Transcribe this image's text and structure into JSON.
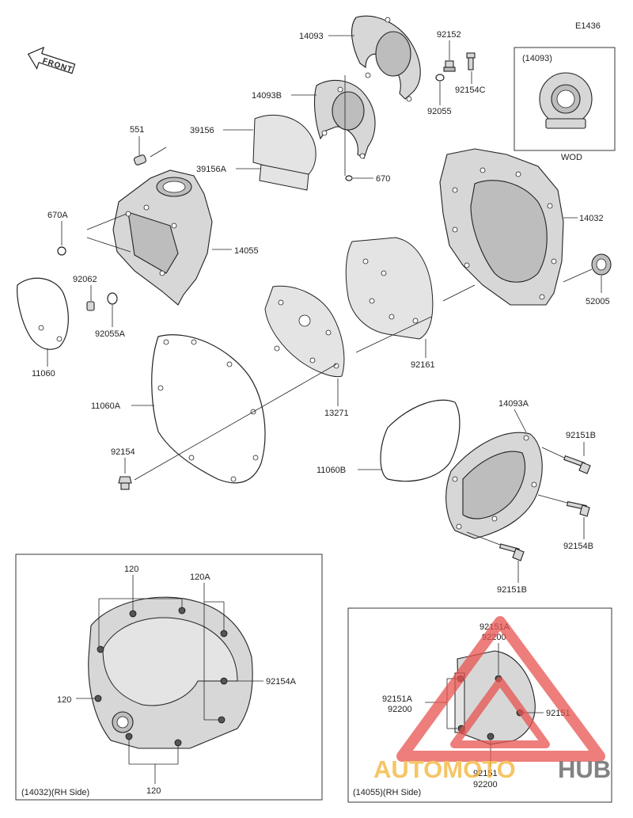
{
  "diagram_code": "E1436",
  "front_label": "FRONT",
  "labels": {
    "p14093": "14093",
    "p92152": "92152",
    "p14093B": "14093B",
    "p92154C": "92154C",
    "p92055": "92055",
    "p39156": "39156",
    "p39156A": "39156A",
    "p670": "670",
    "p551": "551",
    "p670A": "670A",
    "p14055": "14055",
    "p92062": "92062",
    "p92055A": "92055A",
    "p11060": "11060",
    "p14032": "14032",
    "p52005": "52005",
    "p92161": "92161",
    "p13271": "13271",
    "p11060A": "11060A",
    "p92154": "92154",
    "p14093A": "14093A",
    "p92151B_top": "92151B",
    "p11060B": "11060B",
    "p92154B": "92154B",
    "p92151B_bottom": "92151B"
  },
  "inset_wod": {
    "ref": "(14093)",
    "caption": "WOD"
  },
  "inset_14032": {
    "caption": "(14032)(RH Side)",
    "l120_top": "120",
    "l120A": "120A",
    "l92154A": "92154A",
    "l120_left": "120",
    "l120_bottom": "120"
  },
  "inset_14055": {
    "caption": "(14055)(RH Side)",
    "l92151A_top": "92151A",
    "l92200_top": "92200",
    "l92151A_left": "92151A",
    "l92200_left": "92200",
    "l92151_right": "92151",
    "l92151_bottom": "92151",
    "l92200_bottom": "92200"
  },
  "watermark": {
    "part1": "AUTOMOTO",
    "part2": "HUB",
    "color_red": "#e8534f",
    "color_orange": "#f3b234",
    "color_dark": "#5a5a5a"
  }
}
